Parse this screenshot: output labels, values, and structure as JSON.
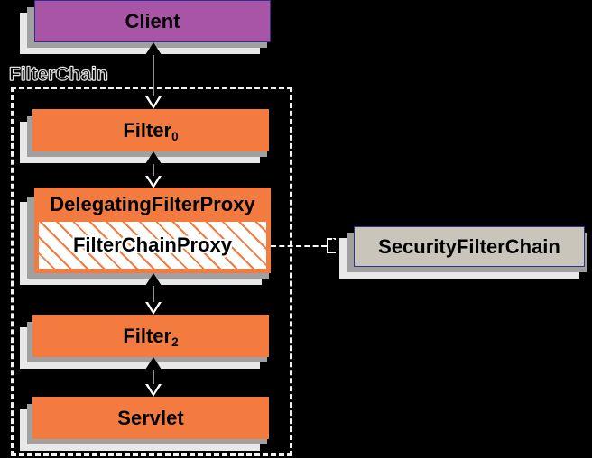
{
  "diagram": {
    "title": "DelegatingFilterProxy",
    "container": {
      "label": "FilterChain"
    },
    "nodes": {
      "client": {
        "label": "Client",
        "fill": "#a855a8",
        "border": "#31318c"
      },
      "filter0": {
        "label": "Filter",
        "subscript": "0",
        "fill": "#f47b40"
      },
      "delegating_filter_proxy": {
        "label": "DelegatingFilterProxy",
        "fill": "#f47b40",
        "inner": {
          "label": "FilterChainProxy",
          "fill": "#ffffff",
          "hatch": "#f47b40"
        }
      },
      "filter2": {
        "label": "Filter",
        "subscript": "2",
        "fill": "#f47b40"
      },
      "servlet": {
        "label": "Servlet",
        "fill": "#f47b40"
      },
      "security_filter_chain": {
        "label": "SecurityFilterChain",
        "fill": "#c9c5ba",
        "border": "#31318c"
      }
    },
    "connectors": [
      {
        "name": "client-to-filter0",
        "from": "client",
        "to": "filter0",
        "style": "solid",
        "heads": "both"
      },
      {
        "name": "filter0-to-delegating-filter-proxy",
        "from": "filter0",
        "to": "delegating_filter_proxy",
        "style": "solid",
        "heads": "both"
      },
      {
        "name": "delegating-filter-proxy-to-filter2",
        "from": "delegating_filter_proxy",
        "to": "filter2",
        "style": "solid",
        "heads": "both"
      },
      {
        "name": "filter2-to-servlet",
        "from": "filter2",
        "to": "servlet",
        "style": "solid",
        "heads": "both"
      },
      {
        "name": "filter-chain-proxy-to-security-filter-chain",
        "from": "delegating_filter_proxy",
        "to": "security_filter_chain",
        "style": "dashed",
        "heads": "end"
      }
    ],
    "colors": {
      "background": "#000000",
      "orange": "#f47b40",
      "purple": "#a855a8",
      "gray": "#c9c5ba",
      "border_blue": "#31318c",
      "shadow_near": "#a0a0a0",
      "shadow_far": "#e8e8e8",
      "dashed_border": "#f2f2f2"
    }
  }
}
